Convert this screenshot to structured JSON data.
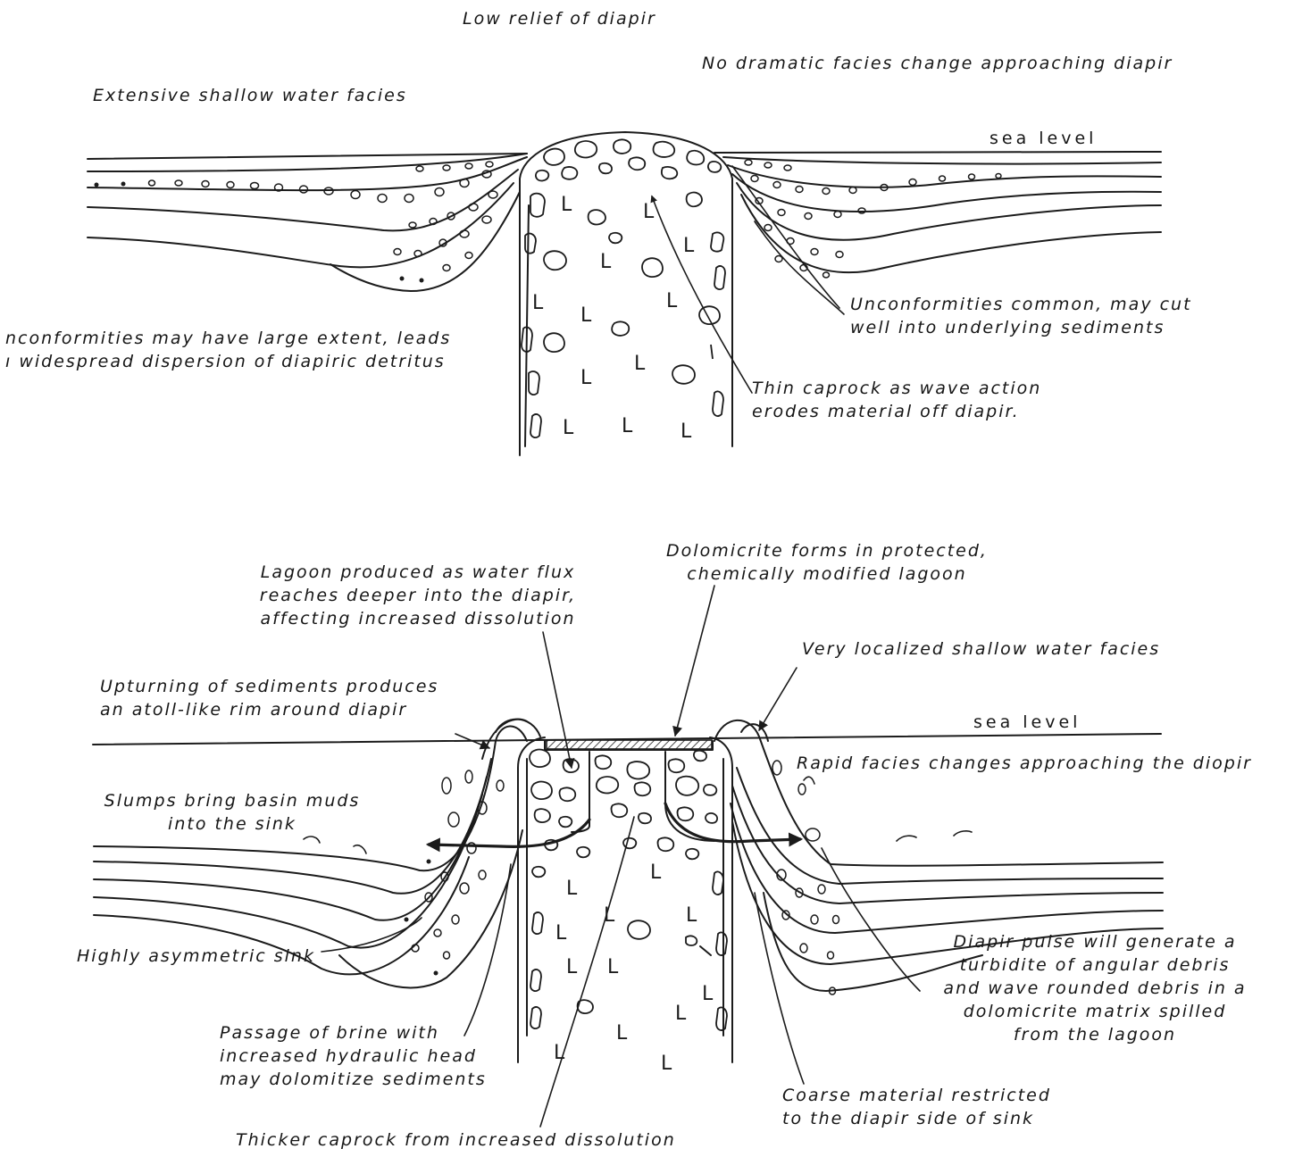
{
  "top_panel": {
    "label_low_relief": "Low relief of diapir",
    "label_no_dramatic": "No dramatic facies change approaching diapir",
    "label_extensive": "Extensive shallow water facies",
    "label_sea_level": "sea level",
    "label_unconf_large": [
      "nconformities may have large extent, leads",
      "ı widespread dispersion of diapiric detritus"
    ],
    "label_unconf_common": [
      "Unconformities common, may cut",
      "well into underlying sediments"
    ],
    "label_thin_caprock": [
      "Thin caprock as wave action",
      "erodes material off diapir."
    ]
  },
  "bottom_panel": {
    "label_lagoon": [
      "Lagoon produced as water flux",
      "reaches deeper into the diapir,",
      "affecting increased dissolution"
    ],
    "label_dolomicrite": [
      "Dolomicrite forms in protected,",
      "chemically modified lagoon"
    ],
    "label_localized": "Very localized shallow water facies",
    "label_upturning": [
      "Upturning of sediments produces",
      "an atoll-like rim around diapir"
    ],
    "label_sea_level": "sea level",
    "label_rapid": "Rapid facies changes approaching the diopir",
    "label_slumps": [
      "Slumps bring basin muds",
      "into the sink"
    ],
    "label_asymmetric": "Highly asymmetric sink",
    "label_pulse": [
      "Diapir pulse will generate a",
      "turbidite of angular debris",
      "and wave rounded debris in a",
      "dolomicrite matrix spilled",
      "from the lagoon"
    ],
    "label_brine": [
      "Passage of brine with",
      "increased hydraulic head",
      "may dolomitize sediments"
    ],
    "label_coarse": [
      "Coarse material restricted",
      "to the diapir side of sink"
    ],
    "label_thicker": "Thicker caprock from increased dissolution"
  },
  "symbols": {
    "halite_letter": "L"
  }
}
